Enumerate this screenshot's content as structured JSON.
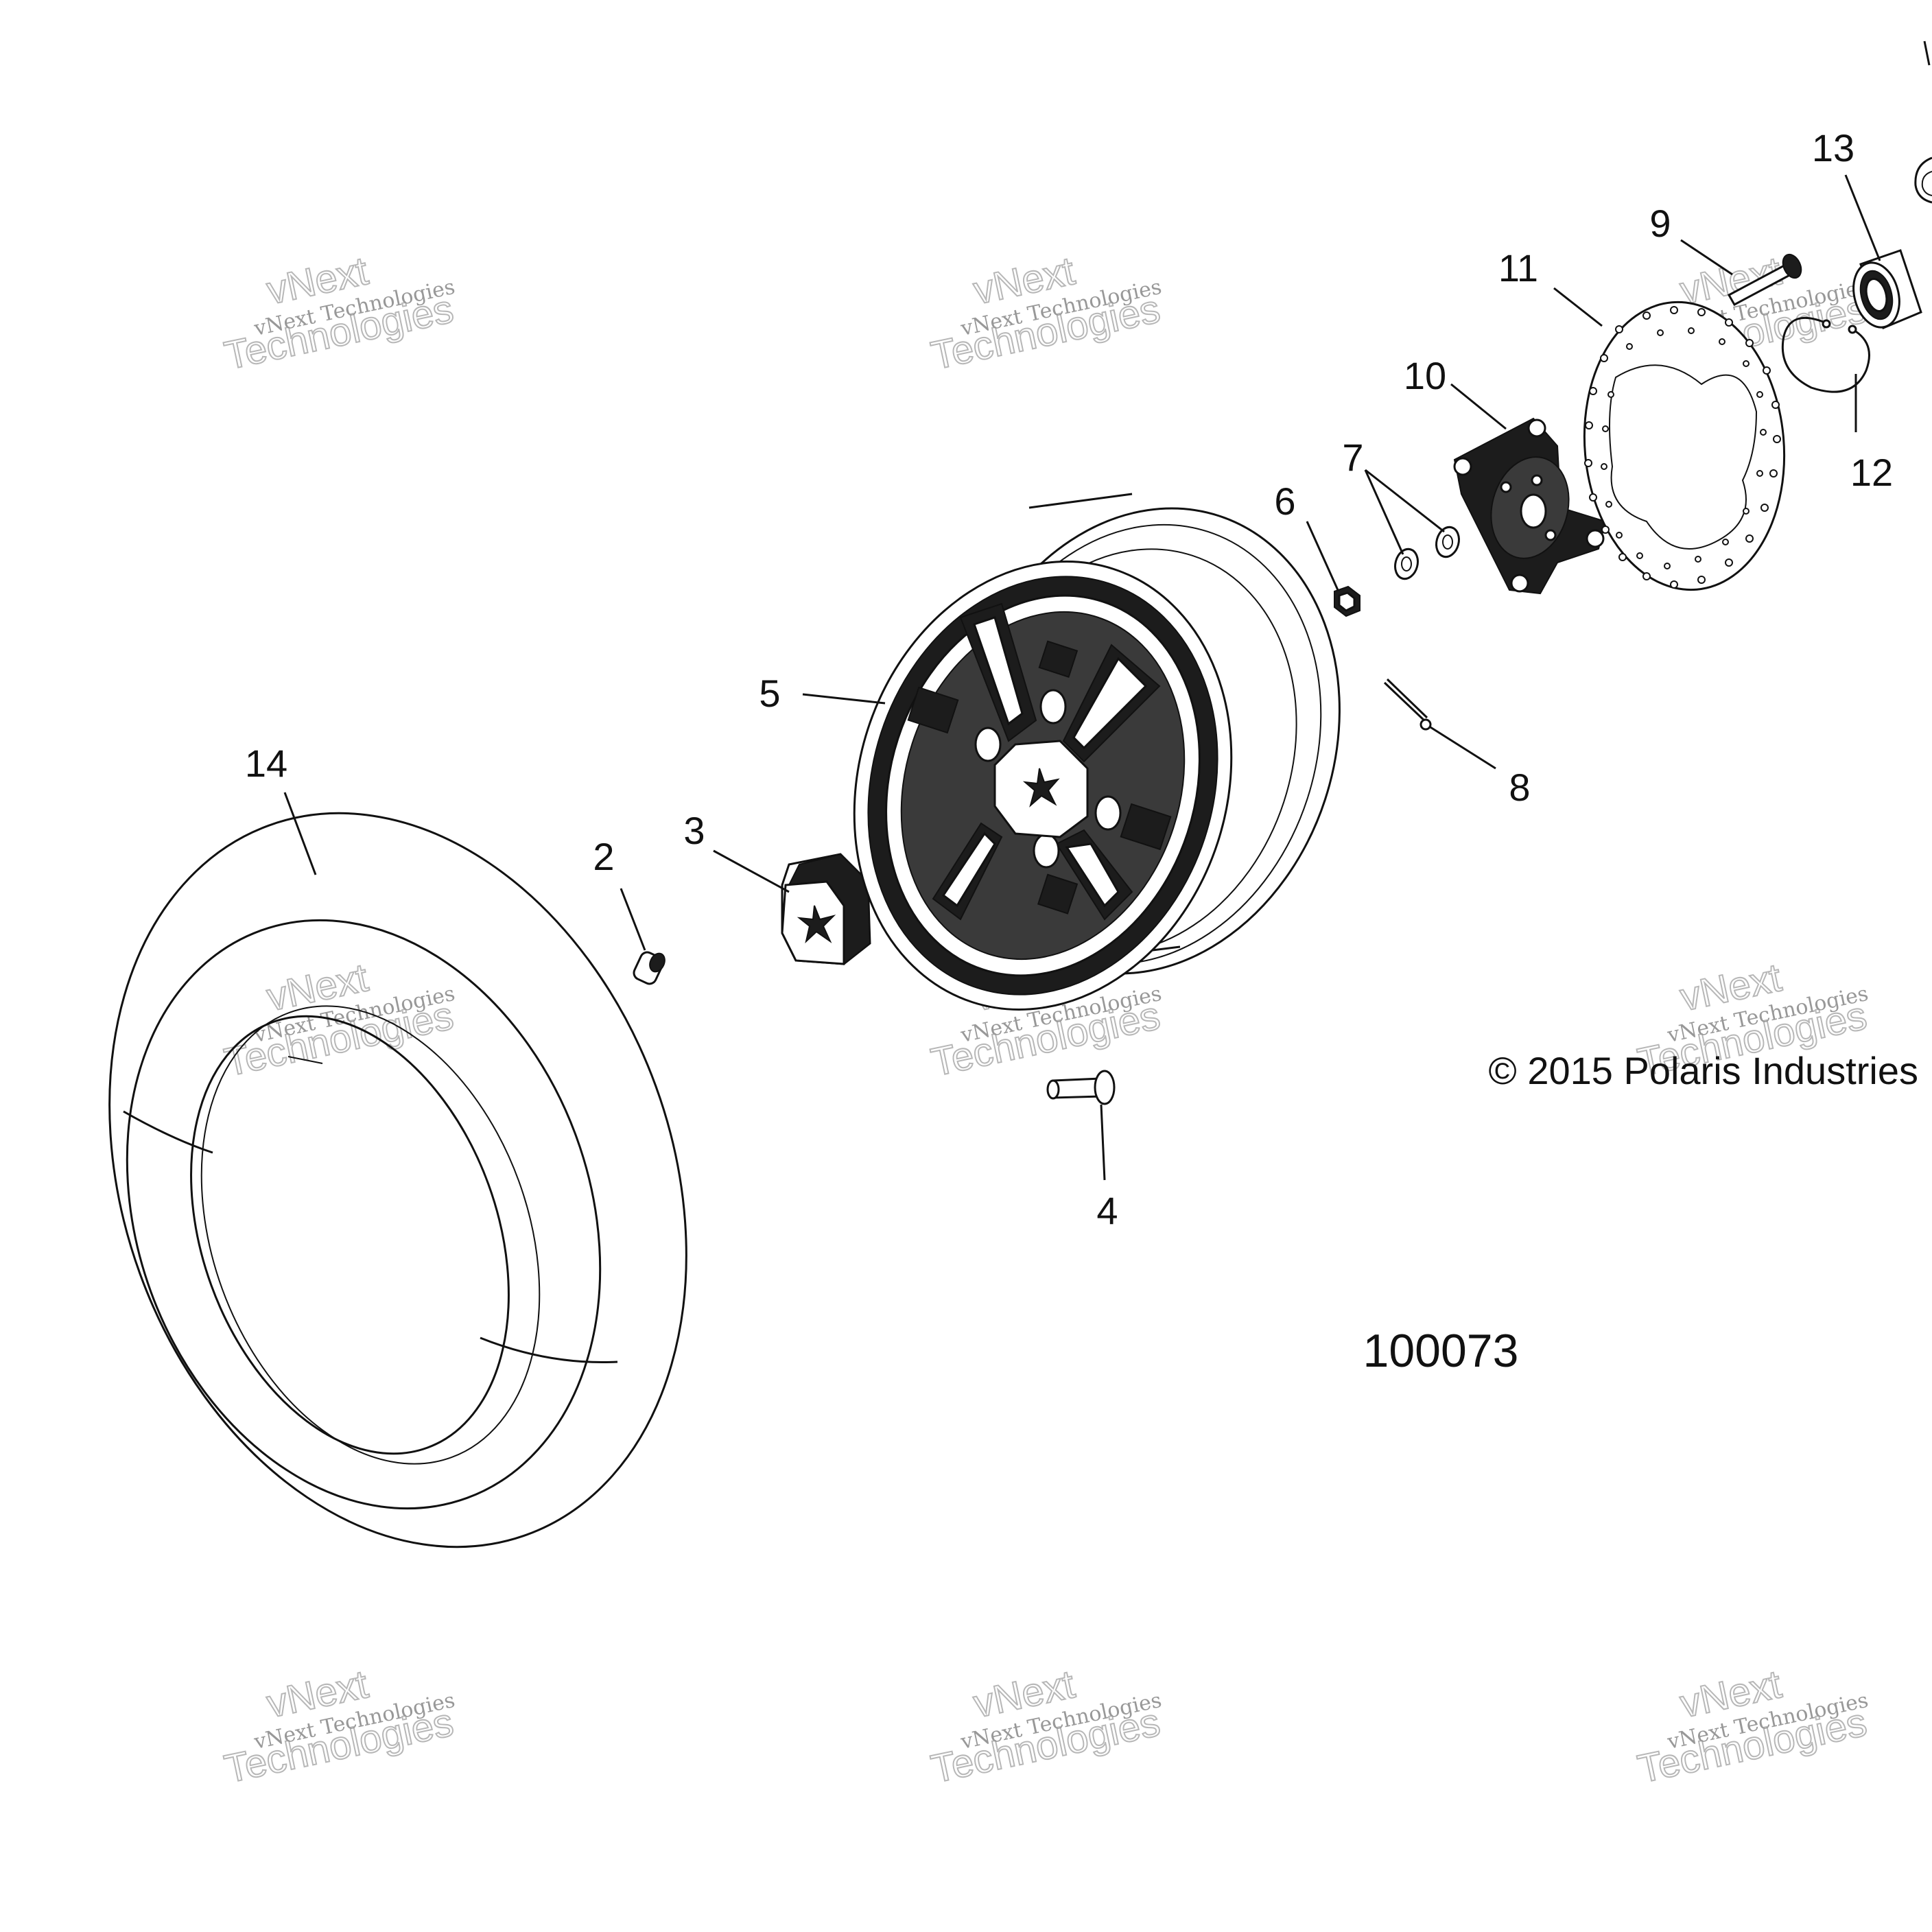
{
  "callouts": [
    {
      "id": "2",
      "part": "valve-stem"
    },
    {
      "id": "3",
      "part": "center-cap"
    },
    {
      "id": "4",
      "part": "wheel-stud"
    },
    {
      "id": "5",
      "part": "wheel-rim"
    },
    {
      "id": "6",
      "part": "castle-nut"
    },
    {
      "id": "7",
      "part": "washers"
    },
    {
      "id": "8",
      "part": "cotter-pin"
    },
    {
      "id": "9",
      "part": "bolt"
    },
    {
      "id": "10",
      "part": "hub"
    },
    {
      "id": "11",
      "part": "brake-disc"
    },
    {
      "id": "12",
      "part": "retaining-ring"
    },
    {
      "id": "13",
      "part": "bearing"
    },
    {
      "id": "14",
      "part": "tire"
    }
  ],
  "copyright": "© 2015 Polaris Industries",
  "drawing_number": "100073",
  "watermark": {
    "line1": "vNext",
    "line2": "vNext Technologies",
    "line3": "Technologies"
  }
}
